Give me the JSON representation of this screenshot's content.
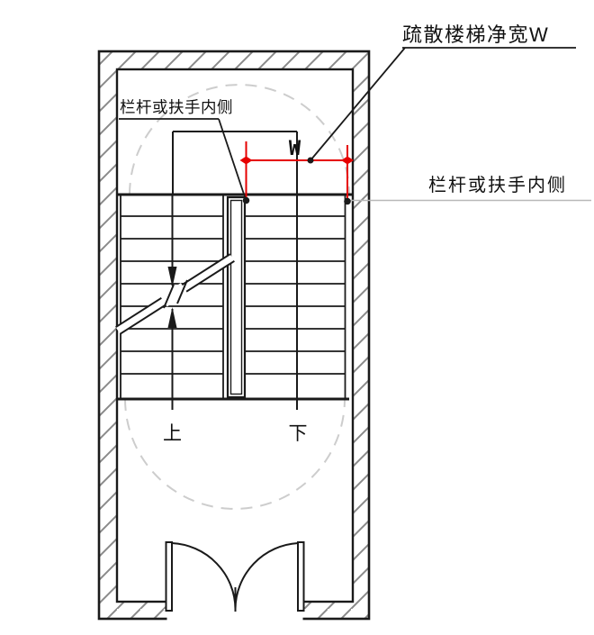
{
  "diagram": {
    "top_leader_label": "疏散楼梯净宽W",
    "left_leader_label": "栏杆或扶手内侧",
    "right_leader_label": "栏杆或扶手内侧",
    "width_symbol": "W",
    "up_label": "上",
    "down_label": "下"
  },
  "colors": {
    "line": "#1a1a1a",
    "dimension_red": "#e60000",
    "hatch_gray": "#8a8a8a",
    "dashed_circle_gray": "#cdcdcd",
    "leader_gray": "#b8b8b8"
  }
}
